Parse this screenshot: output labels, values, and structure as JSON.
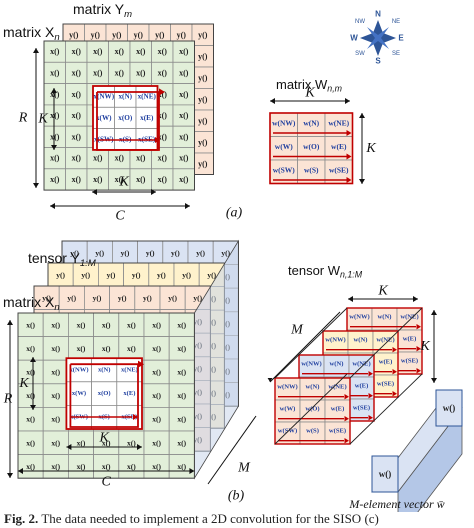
{
  "panel_a": {
    "label": "(a)",
    "matrix_x_label": "matrix X",
    "matrix_x_sub": "n",
    "matrix_y_label": "matrix Y",
    "matrix_y_sub": "m",
    "matrix_w_label": "matrix W",
    "matrix_w_sub": "n,m",
    "x_cell": "x()",
    "y_cell": "y()",
    "kernel_cells": [
      "x(NW)",
      "x(N)",
      "x(NE)",
      "x(W)",
      "x(O)",
      "x(E)",
      "x(SW)",
      "x(S)",
      "x(SE)"
    ],
    "weight_cells": [
      "w(NW)",
      "w(N)",
      "w(NE)",
      "w(W)",
      "w(O)",
      "w(E)",
      "w(SW)",
      "w(S)",
      "w(SE)"
    ],
    "dim_R": "R",
    "dim_C": "C",
    "dim_K": "K"
  },
  "compass": {
    "n": "N",
    "ne": "NE",
    "e": "E",
    "se": "SE",
    "s": "S",
    "sw": "SW",
    "w": "W",
    "nw": "NW"
  },
  "panel_b": {
    "label": "(b)",
    "tensor_y_label": "tensor Y",
    "tensor_y_sub": "1:M",
    "matrix_x_label": "matrix X",
    "matrix_x_sub": "n",
    "tensor_w_label": "tensor W",
    "tensor_w_sub": "n,1:M",
    "x_cell": "x()",
    "y_cell": "y()",
    "w_cell": "w()",
    "kernel_cells": [
      "x(NW)",
      "x(N)",
      "x(NE)",
      "x(W)",
      "x(O)",
      "x(E)",
      "x(SW)",
      "x(S)",
      "x(SE)"
    ],
    "weight_cells": [
      "w(NW)",
      "w(N)",
      "w(NE)",
      "w(W)",
      "w(O)",
      "w(E)",
      "w(SW)",
      "w(S)",
      "w(SE)"
    ],
    "dim_R": "R",
    "dim_C": "C",
    "dim_K": "K",
    "dim_M": "M",
    "vector_label": "M-element vector w̄"
  },
  "caption": {
    "prefix": "Fig. 2.",
    "text": "The data needed to implement a 2D convolution for the SISO (c)"
  },
  "colors": {
    "x_fill": "#e2efd9",
    "y_fill": "#fbe4d5",
    "w_fill": "#fbe4d5",
    "blue_fill": "#dae3f3",
    "yellow_fill": "#fff2cc",
    "kernel_fill": "#ffffff",
    "arrow_red": "#c00000",
    "label_blue": "#1f3f9f",
    "grid_line": "#8c8c8c"
  }
}
